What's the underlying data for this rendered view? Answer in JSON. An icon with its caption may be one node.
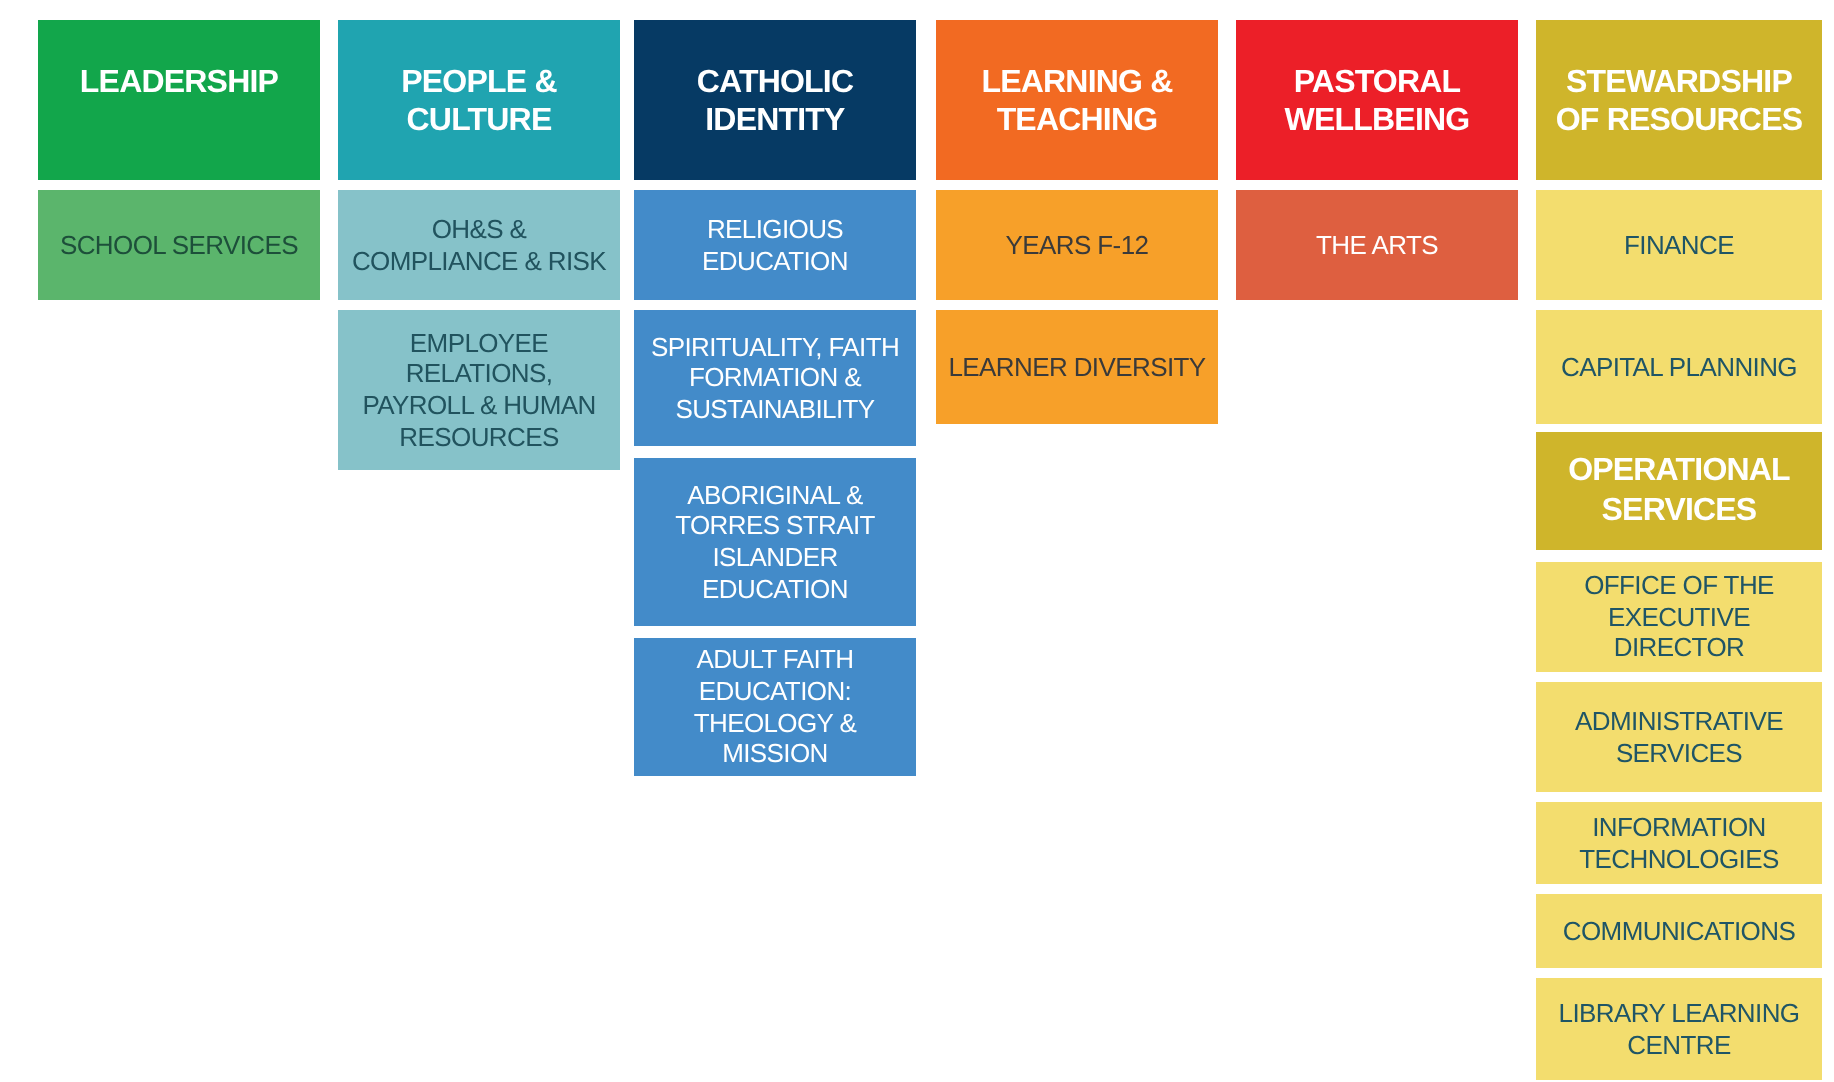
{
  "diagram": {
    "nodes": [
      {
        "text": [
          "LEADERSHIP"
        ]
      },
      {
        "text": [
          "SCHOOL SERVICES"
        ]
      },
      {
        "text": [
          "PEOPLE & CULTURE"
        ]
      },
      {
        "text": [
          "OH&S & COMPLIANCE & RISK"
        ]
      },
      {
        "text": [
          "EMPLOYEE RELATIONS, PAYROLL & HUMAN RESOURCES"
        ]
      },
      {
        "text": [
          "CATHOLIC IDENTITY"
        ]
      },
      {
        "text": [
          "RELIGIOUS EDUCATION"
        ]
      },
      {
        "text": [
          "SPIRITUALITY, FAITH FORMATION & SUSTAINABILITY"
        ]
      },
      {
        "text": [
          "ABORIGINAL & TORRES STRAIT ISLANDER EDUCATION"
        ]
      },
      {
        "text": [
          "ADULT FAITH EDUCATION: THEOLOGY & MISSION"
        ]
      },
      {
        "text": [
          "LEARNING & TEACHING"
        ]
      },
      {
        "text": [
          "YEARS F-12"
        ]
      },
      {
        "text": [
          "LEARNER DIVERSITY"
        ]
      },
      {
        "text": [
          "PASTORAL WELLBEING"
        ]
      },
      {
        "text": [
          "THE ARTS"
        ]
      },
      {
        "text": [
          "STEWARDSHIP OF RESOURCES"
        ]
      },
      {
        "text": [
          "FINANCE"
        ]
      },
      {
        "text": [
          "CAPITAL PLANNING"
        ]
      },
      {
        "text": [
          "OPERATIONAL SERVICES"
        ]
      },
      {
        "text": [
          "OFFICE OF THE EXECUTIVE DIRECTOR"
        ]
      },
      {
        "text": [
          "ADMINISTRATIVE SERVICES"
        ]
      },
      {
        "text": [
          "INFORMATION TECHNOLOGIES"
        ]
      },
      {
        "text": [
          "COMMUNICATIONS"
        ]
      },
      {
        "text": [
          "LIBRARY LEARNING CENTRE"
        ]
      }
    ],
    "edges": []
  }
}
